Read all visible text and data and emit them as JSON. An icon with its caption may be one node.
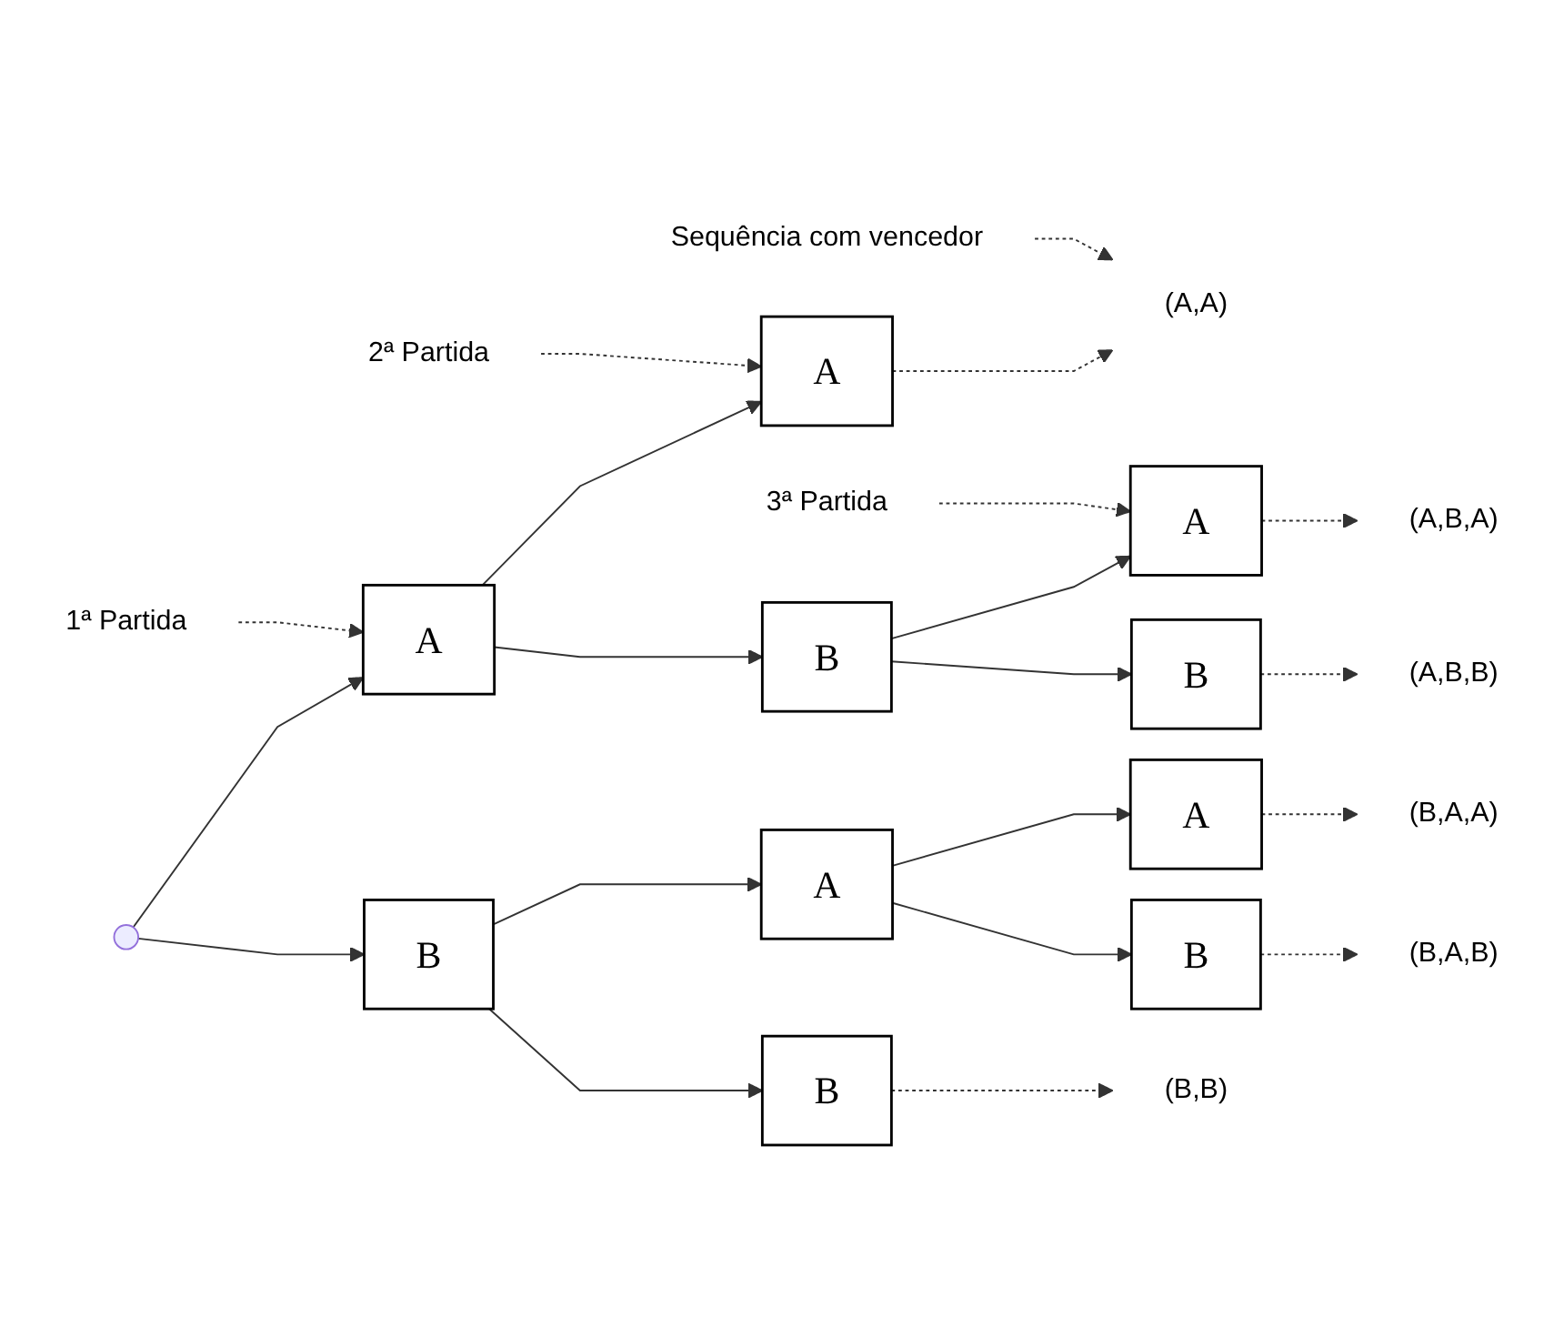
{
  "diagram": {
    "nodes": [
      {
        "text": [
          "1ª Partida"
        ]
      },
      {
        "text": [
          "2ª Partida"
        ]
      },
      {
        "text": [
          "3ª Partida"
        ]
      },
      {
        "text": [
          "Sequência com vencedor"
        ]
      },
      {
        "text": [
          "A"
        ]
      },
      {
        "text": [
          "A"
        ]
      },
      {
        "text": [
          "(A,A)"
        ]
      },
      {
        "text": [
          "B"
        ]
      },
      {
        "text": [
          "A"
        ]
      },
      {
        "text": [
          "(A,B,A)"
        ]
      },
      {
        "text": [
          "B"
        ]
      },
      {
        "text": [
          "(A,B,B)"
        ]
      },
      {
        "text": [
          "B"
        ]
      },
      {
        "text": [
          "A"
        ]
      },
      {
        "text": [
          "A"
        ]
      },
      {
        "text": [
          "(B,A,A)"
        ]
      },
      {
        "text": [
          "B"
        ]
      },
      {
        "text": [
          "(B,A,B)"
        ]
      },
      {
        "text": [
          "B"
        ]
      },
      {
        "text": [
          "(B,B)"
        ]
      }
    ],
    "edges": [
      {
        "from": 0,
        "to": 4,
        "arrow": "to",
        "style": "dashed"
      },
      {
        "from": 1,
        "to": 5,
        "arrow": "to",
        "style": "dashed"
      },
      {
        "from": 2,
        "to": 8,
        "arrow": "to",
        "style": "dashed"
      },
      {
        "from": 3,
        "to": 6,
        "arrow": "to",
        "style": "dashed"
      },
      {
        "from": null,
        "to": 4,
        "arrow": "to"
      },
      {
        "from": null,
        "to": 12,
        "arrow": "to"
      },
      {
        "from": 4,
        "to": 5,
        "arrow": "to"
      },
      {
        "from": 4,
        "to": 7,
        "arrow": "to"
      },
      {
        "from": 5,
        "to": 6,
        "arrow": "to",
        "style": "dashed"
      },
      {
        "from": 7,
        "to": 8,
        "arrow": "to"
      },
      {
        "from": 7,
        "to": 10,
        "arrow": "to"
      },
      {
        "from": 8,
        "to": 9,
        "arrow": "to",
        "style": "dashed"
      },
      {
        "from": 10,
        "to": 11,
        "arrow": "to",
        "style": "dashed"
      },
      {
        "from": 12,
        "to": 13,
        "arrow": "to"
      },
      {
        "from": 12,
        "to": 18,
        "arrow": "to"
      },
      {
        "from": 13,
        "to": 14,
        "arrow": "to"
      },
      {
        "from": 13,
        "to": 16,
        "arrow": "to"
      },
      {
        "from": 14,
        "to": 15,
        "arrow": "to",
        "style": "dashed"
      },
      {
        "from": 16,
        "to": 17,
        "arrow": "to",
        "style": "dashed"
      },
      {
        "from": 18,
        "to": 19,
        "arrow": "to",
        "style": "dashed"
      }
    ]
  }
}
